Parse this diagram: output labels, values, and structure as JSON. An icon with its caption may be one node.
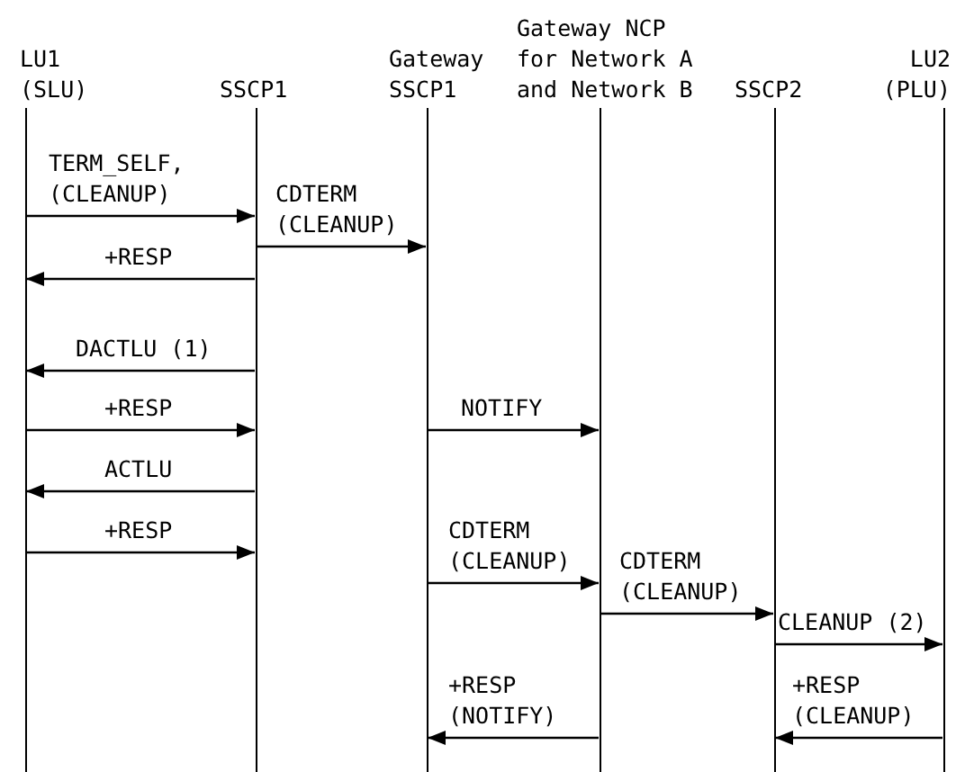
{
  "diagram": {
    "nodes": [
      {
        "text": [
          "LU1 (SLU)"
        ]
      },
      {
        "text": [
          "SSCP1"
        ]
      },
      {
        "text": [
          "Gateway SSCP1"
        ]
      },
      {
        "text": [
          "Gateway NCP for Network A and Network B"
        ]
      },
      {
        "text": [
          "SSCP2"
        ]
      },
      {
        "text": [
          "LU2 (PLU)"
        ]
      }
    ],
    "edges": [
      {
        "from": 0,
        "to": 1,
        "arrow": "to",
        "label": "TERM_SELF, (CLEANUP)"
      },
      {
        "from": 1,
        "to": 2,
        "arrow": "to",
        "label": "CDTERM (CLEANUP)"
      },
      {
        "from": 1,
        "to": 0,
        "arrow": "to",
        "label": "+RESP"
      },
      {
        "from": 1,
        "to": 0,
        "arrow": "to",
        "label": "DACTLU (1)"
      },
      {
        "from": 0,
        "to": 1,
        "arrow": "to",
        "label": "+RESP"
      },
      {
        "from": 2,
        "to": 3,
        "arrow": "to",
        "label": "NOTIFY"
      },
      {
        "from": 1,
        "to": 0,
        "arrow": "to",
        "label": "ACTLU"
      },
      {
        "from": 0,
        "to": 1,
        "arrow": "to",
        "label": "+RESP"
      },
      {
        "from": 2,
        "to": 3,
        "arrow": "to",
        "label": "CDTERM (CLEANUP)"
      },
      {
        "from": 3,
        "to": 4,
        "arrow": "to",
        "label": "CDTERM (CLEANUP)"
      },
      {
        "from": 4,
        "to": 5,
        "arrow": "to",
        "label": "CLEANUP (2)"
      },
      {
        "from": 3,
        "to": 2,
        "arrow": "to",
        "label": "+RESP (NOTIFY)"
      },
      {
        "from": 5,
        "to": 4,
        "arrow": "to",
        "label": "+RESP (CLEANUP)"
      }
    ]
  }
}
